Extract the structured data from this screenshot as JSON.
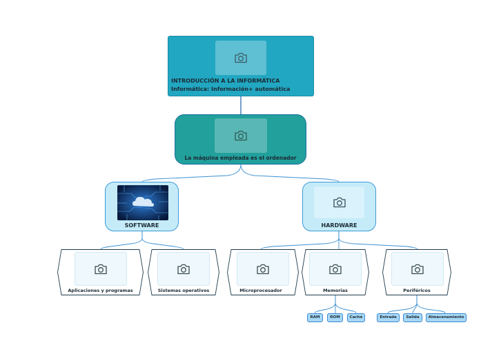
{
  "root": {
    "line1": "INTRODUCCIÓN A LA INFORMÁTICA",
    "line2": "Informática: Información+ automática"
  },
  "maquina": {
    "label": "La máquina empleada es el ordenador"
  },
  "software": {
    "label": "SOFTWARE"
  },
  "hardware": {
    "label": "HARDWARE"
  },
  "software_children": [
    {
      "label": "Aplicaciones y programas"
    },
    {
      "label": "Sistemas operativos"
    }
  ],
  "hardware_children": [
    {
      "label": "Microprocesador"
    },
    {
      "label": "Memorias"
    },
    {
      "label": "Periféricos"
    }
  ],
  "memorias_items": [
    {
      "label": "RAM"
    },
    {
      "label": "ROM"
    },
    {
      "label": "Caché"
    }
  ],
  "perifericos_items": [
    {
      "label": "Entrada"
    },
    {
      "label": "Salida"
    },
    {
      "label": "Almacenamiento"
    }
  ],
  "icons": {
    "placeholder": "camera-icon"
  },
  "colors": {
    "root": "#22a7c2",
    "maquina": "#22a09c",
    "mid": "#c5ebf9",
    "leaf": "#a8d8f6",
    "connector": "#3a9ad6"
  }
}
